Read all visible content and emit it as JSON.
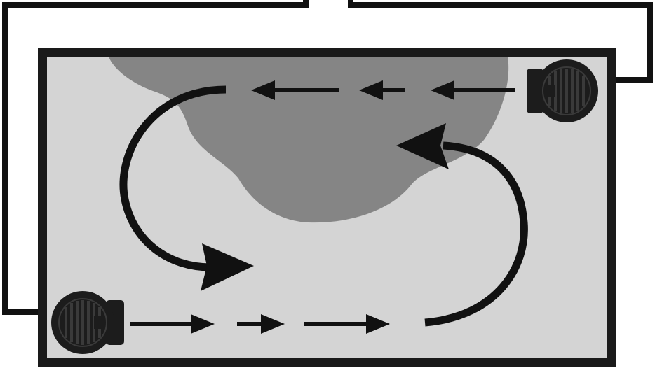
{
  "diagram": {
    "subject": "aquarium-flow-top-view",
    "colors": {
      "tank_water": "#d4d4d4",
      "tank_border": "#1a1a1a",
      "rock": "#858585",
      "arrow": "#111111",
      "cable": "#111111",
      "pump_body": "#1c1c1c",
      "pump_grille": "#3a3a3a",
      "background": "#ffffff"
    },
    "elements": {
      "pumps": [
        {
          "id": "pump-top-right",
          "facing": "left"
        },
        {
          "id": "pump-bottom-left",
          "facing": "right"
        }
      ],
      "straight_arrows": [
        {
          "row": "top",
          "direction": "left",
          "count": 3
        },
        {
          "row": "bottom",
          "direction": "right",
          "count": 3
        }
      ],
      "curved_arrows": [
        {
          "side": "left",
          "rotation": "counter-clockwise"
        },
        {
          "side": "right",
          "rotation": "counter-clockwise"
        }
      ],
      "icon": "water-flow-diagram"
    }
  }
}
